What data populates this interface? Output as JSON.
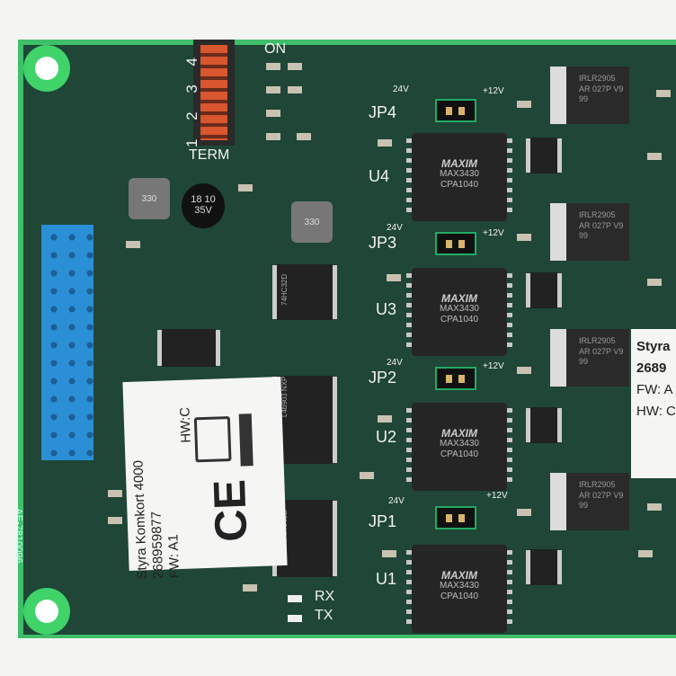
{
  "silkscreen": {
    "on": "ON",
    "switch_numbers": "1 2 3 4",
    "term": "TERM",
    "jumpers": [
      "JP4",
      "JP3",
      "JP2",
      "JP1"
    ],
    "ics": [
      "U4",
      "U3",
      "U2",
      "U1"
    ],
    "v24": "24V",
    "v12": "+12V",
    "rx": "RX",
    "tx": "TX",
    "board_id": "AE-7810096"
  },
  "driver_chip": {
    "brand": "MAXIM",
    "part": "MAX3430",
    "code": "CPA1040"
  },
  "logic_chip": {
    "part": "74HC32D",
    "code": "L4b903 NXP"
  },
  "mosfet": {
    "part": "IRLR2905",
    "code": "AR 027P V9 99"
  },
  "capacitor": {
    "text": "18 10 35V"
  },
  "inductor": {
    "text": "330"
  },
  "label_left": {
    "title": "Styra Komkort 4000",
    "serial": "268959877",
    "fw": "FW: A1",
    "hw": "HW:C",
    "ce": "CE"
  },
  "label_right": {
    "title": "Styra",
    "serial": "2689",
    "fw": "FW: A",
    "hw": "HW: C"
  }
}
